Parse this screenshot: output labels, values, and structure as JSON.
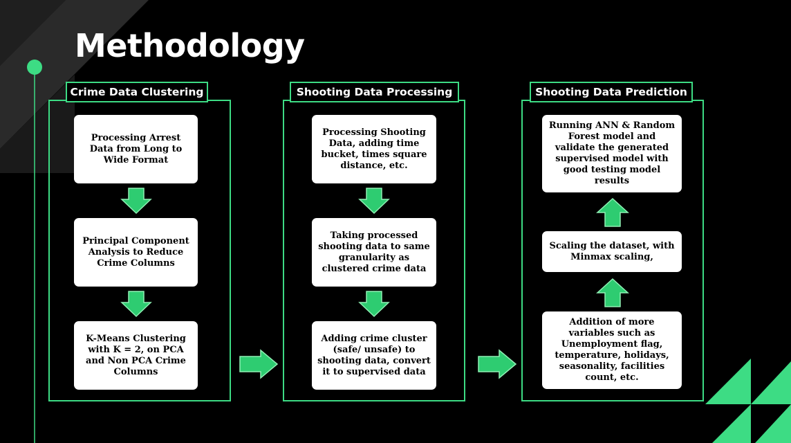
{
  "slide": {
    "title": "Methodology"
  },
  "panels": [
    {
      "label": "Crime Data Clustering",
      "cards": [
        "Processing Arrest Data from Long to Wide Format",
        "Principal Component Analysis to Reduce Crime Columns",
        "K-Means Clustering with K = 2, on PCA and Non PCA Crime Columns"
      ],
      "flow": "down"
    },
    {
      "label": "Shooting Data Processing",
      "cards": [
        "Processing Shooting Data, adding time bucket, times square distance, etc.",
        "Taking processed shooting data to same granularity as clustered crime data",
        "Adding crime cluster (safe/ unsafe) to shooting data, convert it to supervised data"
      ],
      "flow": "down"
    },
    {
      "label": "Shooting Data Prediction",
      "cards": [
        "Running ANN & Random Forest model and validate the generated supervised model with good testing model results",
        "Scaling the dataset, with Minmax scaling,",
        "Addition of more variables such as Unemployment flag, temperature, holidays, seasonality, facilities count, etc."
      ],
      "flow": "up"
    }
  ],
  "colors": {
    "accent": "#3ddc84",
    "background": "#000000",
    "card": "#ffffff",
    "deco_gray": "#2a2a2a"
  }
}
